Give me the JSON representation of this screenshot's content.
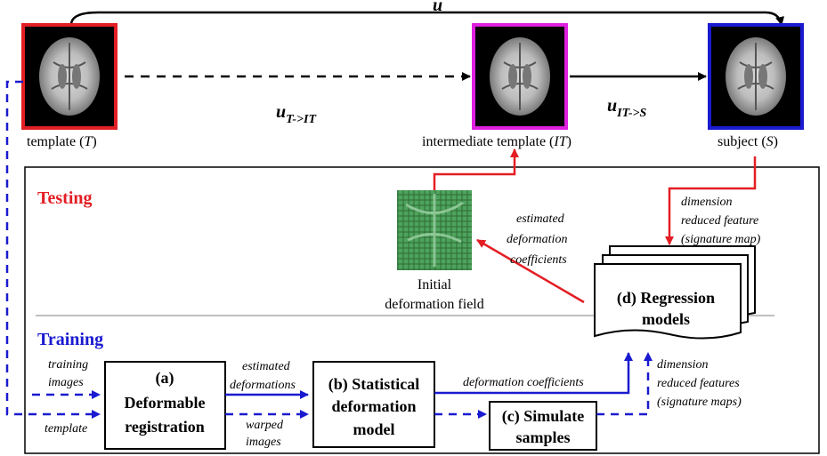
{
  "colors": {
    "template_frame": "#e31e24",
    "intermediate_frame": "#e020e0",
    "subject_frame": "#1a1ad0",
    "testing": "#e31e24",
    "training": "#1a1ad0",
    "flow_red": "#e31e24",
    "flow_blue": "#1a1ad0",
    "field_green": "#3f9a4f"
  },
  "top": {
    "u_label": "u",
    "u_t_it_main": "u",
    "u_t_it_sub": "T->IT",
    "u_it_s_main": "u",
    "u_it_s_sub": "IT->S",
    "template_caption": "template (",
    "template_symbol": "T",
    "intermediate_caption": "intermediate template (",
    "intermediate_symbol": "IT",
    "subject_caption": "subject (",
    "subject_symbol": "S",
    "close_paren": ")"
  },
  "testing": {
    "title": "Testing",
    "field_line1": "Initial",
    "field_line2": "deformation field",
    "est_coef": [
      "estimated",
      "deformation",
      "coefficients"
    ],
    "dim_feature": [
      "dimension",
      "reduced feature",
      "(signature map)"
    ]
  },
  "training": {
    "title": "Training",
    "training_images": [
      "training",
      "images"
    ],
    "template_input": "template",
    "box_a": [
      "(a)",
      "Deformable",
      "registration"
    ],
    "est_deform": [
      "estimated",
      "deformations"
    ],
    "warped": [
      "warped",
      "images"
    ],
    "box_b": [
      "(b) Statistical",
      "deformation",
      "model"
    ],
    "def_coef": "deformation coefficients",
    "box_c": [
      "(c) Simulate",
      "samples"
    ],
    "dim_features": [
      "dimension",
      "reduced features",
      "(signature maps)"
    ],
    "box_d": [
      "(d) Regression",
      "models"
    ]
  }
}
